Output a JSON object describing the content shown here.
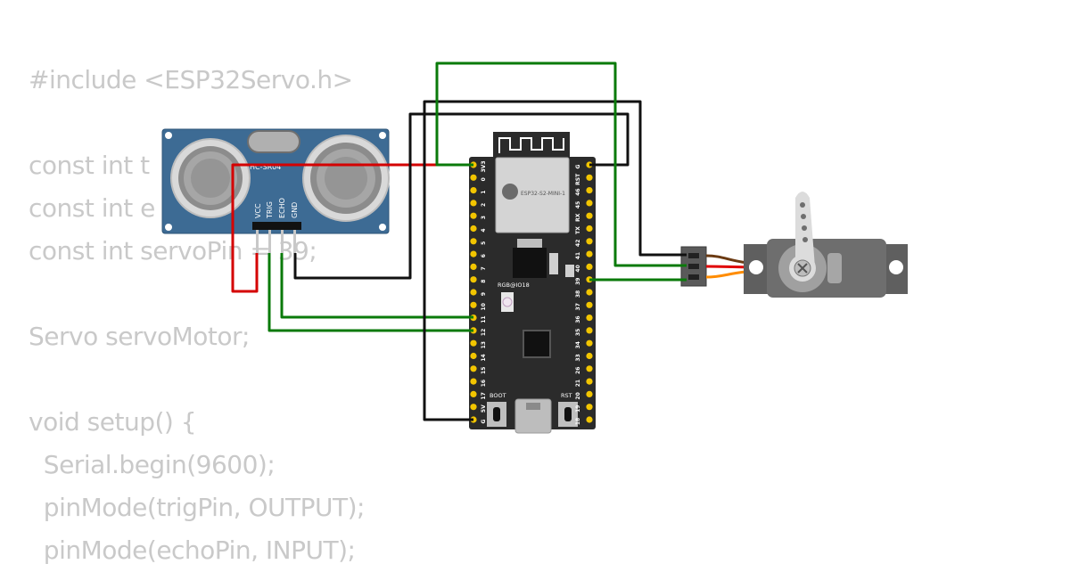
{
  "code_lines": [
    "#include <ESP32Servo.h>",
    "",
    "const int t",
    "const int e",
    "const int servoPin = 39;",
    "",
    "Servo servoMotor;",
    "",
    "void setup() {",
    "  Serial.begin(9600);",
    "  pinMode(trigPin, OUTPUT);",
    "  pinMode(echoPin, INPUT);"
  ],
  "sensor": {
    "model": "HC-SR04",
    "pins": [
      "VCC",
      "TRIG",
      "ECHO",
      "GND"
    ]
  },
  "board": {
    "module_label": "ESP32-S2-MINI-1",
    "led_label": "RGB@IO18",
    "boot_label": "BOOT",
    "rst_label": "RST",
    "left_pins": [
      "3V3",
      "0",
      "1",
      "2",
      "3",
      "4",
      "5",
      "6",
      "7",
      "8",
      "9",
      "10",
      "11",
      "12",
      "13",
      "14",
      "15",
      "16",
      "17",
      "5V",
      "G"
    ],
    "right_pins": [
      "G",
      "RST",
      "46",
      "45",
      "RX",
      "TX",
      "42",
      "41",
      "40",
      "39",
      "38",
      "37",
      "36",
      "35",
      "34",
      "33",
      "26",
      "21",
      "20",
      "19",
      "18"
    ]
  },
  "colors": {
    "wire_red": "#d40000",
    "wire_green": "#0a7a0a",
    "wire_black": "#111111",
    "sensor_blue": "#3d6b94",
    "board_dark": "#2b2b2b",
    "pin_yellow": "#f2c500",
    "servo_gray": "#666666"
  }
}
